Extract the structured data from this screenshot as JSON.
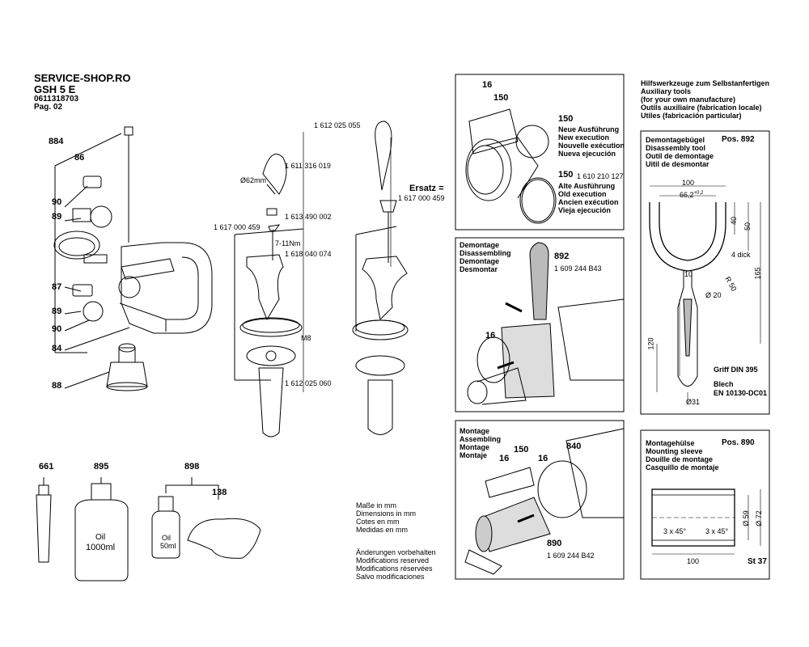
{
  "header": {
    "shop": "SERVICE-SHOP.RO",
    "model": "GSH 5 E",
    "part_number": "0611318703",
    "page": "Pag. 02"
  },
  "parts": {
    "p884": "884",
    "p86": "86",
    "p90a": "90",
    "p89a": "89",
    "p87": "87",
    "p89b": "89",
    "p90b": "90",
    "p84": "84",
    "p88": "88",
    "p661": "661",
    "p895": "895",
    "p898": "898",
    "p138": "138",
    "p16a": "16",
    "p150a": "150",
    "p150b": "150",
    "p150c": "150",
    "p892": "892",
    "p16b": "16",
    "p16c": "16",
    "p150d": "150",
    "p840": "840",
    "p16d": "16",
    "p890": "890"
  },
  "handle_labels": {
    "n1612025055": "1 612 025 055",
    "n1611316019": "1 611 316 019",
    "diam62": "Ø62mm",
    "n1613490002": "1 613 490 002",
    "n1617000459": "1 617 000 459",
    "torque": "7-11Nm",
    "n1618040074": "1 618 040 074",
    "m8": "M8",
    "n1612025060": "1 612 025 060",
    "ersatz": "Ersatz =",
    "ersatz_num": "1 617 000 459"
  },
  "oil": {
    "big": "Oil",
    "big_vol": "1000ml",
    "small": "Oil",
    "small_vol": "50ml"
  },
  "notes": {
    "dims": [
      "Maße in mm",
      "Dimensions in mm",
      "Cotes en mm",
      "Medidas en mm"
    ],
    "mods": [
      "Änderungen vorbehalten",
      "Modifications reserved",
      "Modifications réservées",
      "Salvo modificaciones"
    ]
  },
  "ring_panel": {
    "new": [
      "Neue Ausführung",
      "New execution",
      "Nouvelle exécution",
      "Nueva ejecución"
    ],
    "old_num": "1 610 210 127",
    "old": [
      "Alte Ausführung",
      "Old execution",
      "Ancien exécution",
      "Vieja ejecución"
    ]
  },
  "disassembly_panel": {
    "title": [
      "Demontage",
      "Disassembling",
      "Demontage",
      "Desmontar"
    ],
    "tool_num": "1 609 244 B43"
  },
  "assembly_panel": {
    "title": [
      "Montage",
      "Assembling",
      "Montage",
      "Montaje"
    ],
    "tool_num": "1 609 244 B42"
  },
  "aux_tools": {
    "title": [
      "Hilfswerkzeuge zum Selbstanfertigen",
      "Auxiliary tools",
      "(for your own manufacture)",
      "Outils auxiliaire (fabrication locale)",
      "Utiles (fabricación particular)"
    ]
  },
  "bracket_panel": {
    "title": [
      "Demontagebügel",
      "Disassembly tool",
      "Outil de demontage",
      "Uitil de desmontar"
    ],
    "pos": "Pos. 892",
    "d100": "100",
    "d66": "66,2",
    "d66tol": "+0,2",
    "d40": "40",
    "d50": "50",
    "d4": "4 dick",
    "d10": "10",
    "r50": "R 50",
    "d20": "Ø 20",
    "d165": "165",
    "d120": "120",
    "griff": "Griff DIN 395",
    "blech": "Blech",
    "en": "EN 10130-DC01",
    "d31": "Ø31"
  },
  "sleeve_panel": {
    "title": [
      "Montagehülse",
      "Mounting sleeve",
      "Douille de montage",
      "Casquillo de montaje"
    ],
    "pos": "Pos. 890",
    "cham1": "3 x 45°",
    "cham2": "3 x 45°",
    "d59": "Ø 59",
    "d72": "Ø 72",
    "d100": "100",
    "material": "St 37"
  }
}
